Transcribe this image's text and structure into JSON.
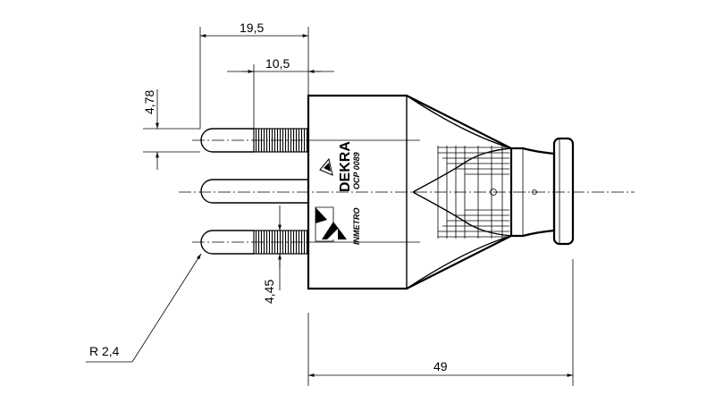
{
  "dimensions": {
    "pin_length": "19,5",
    "insulation_length": "10,5",
    "pin_diameter": "4,78",
    "thread_diameter": "4,45",
    "radius": "R 2,4",
    "total_body_length": "49"
  },
  "markings": {
    "brand": "DEKRA",
    "certificate": "OCP 0089",
    "certifier": "INMETRO"
  }
}
